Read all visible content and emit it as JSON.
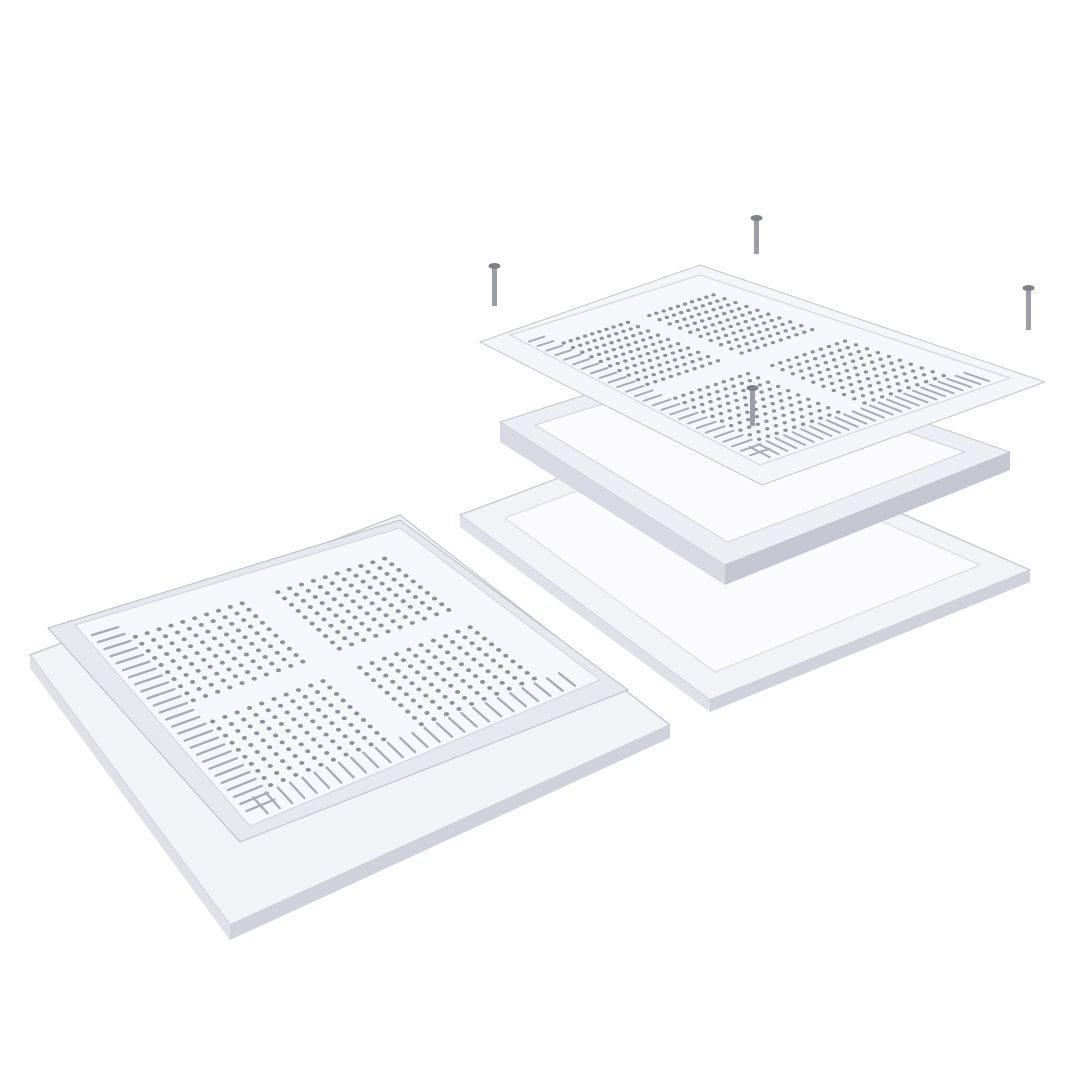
{
  "colors": {
    "background": "#ffffff",
    "plastic_light": "#f4f5f8",
    "plastic_mid": "#e3e5ec",
    "plastic_shadow": "#c9ccd6",
    "hole": "#8c909c",
    "screw": "#9a9ea6"
  },
  "assemblies": {
    "assembled_count": 1,
    "exploded_count": 1,
    "screw_count": 4
  }
}
